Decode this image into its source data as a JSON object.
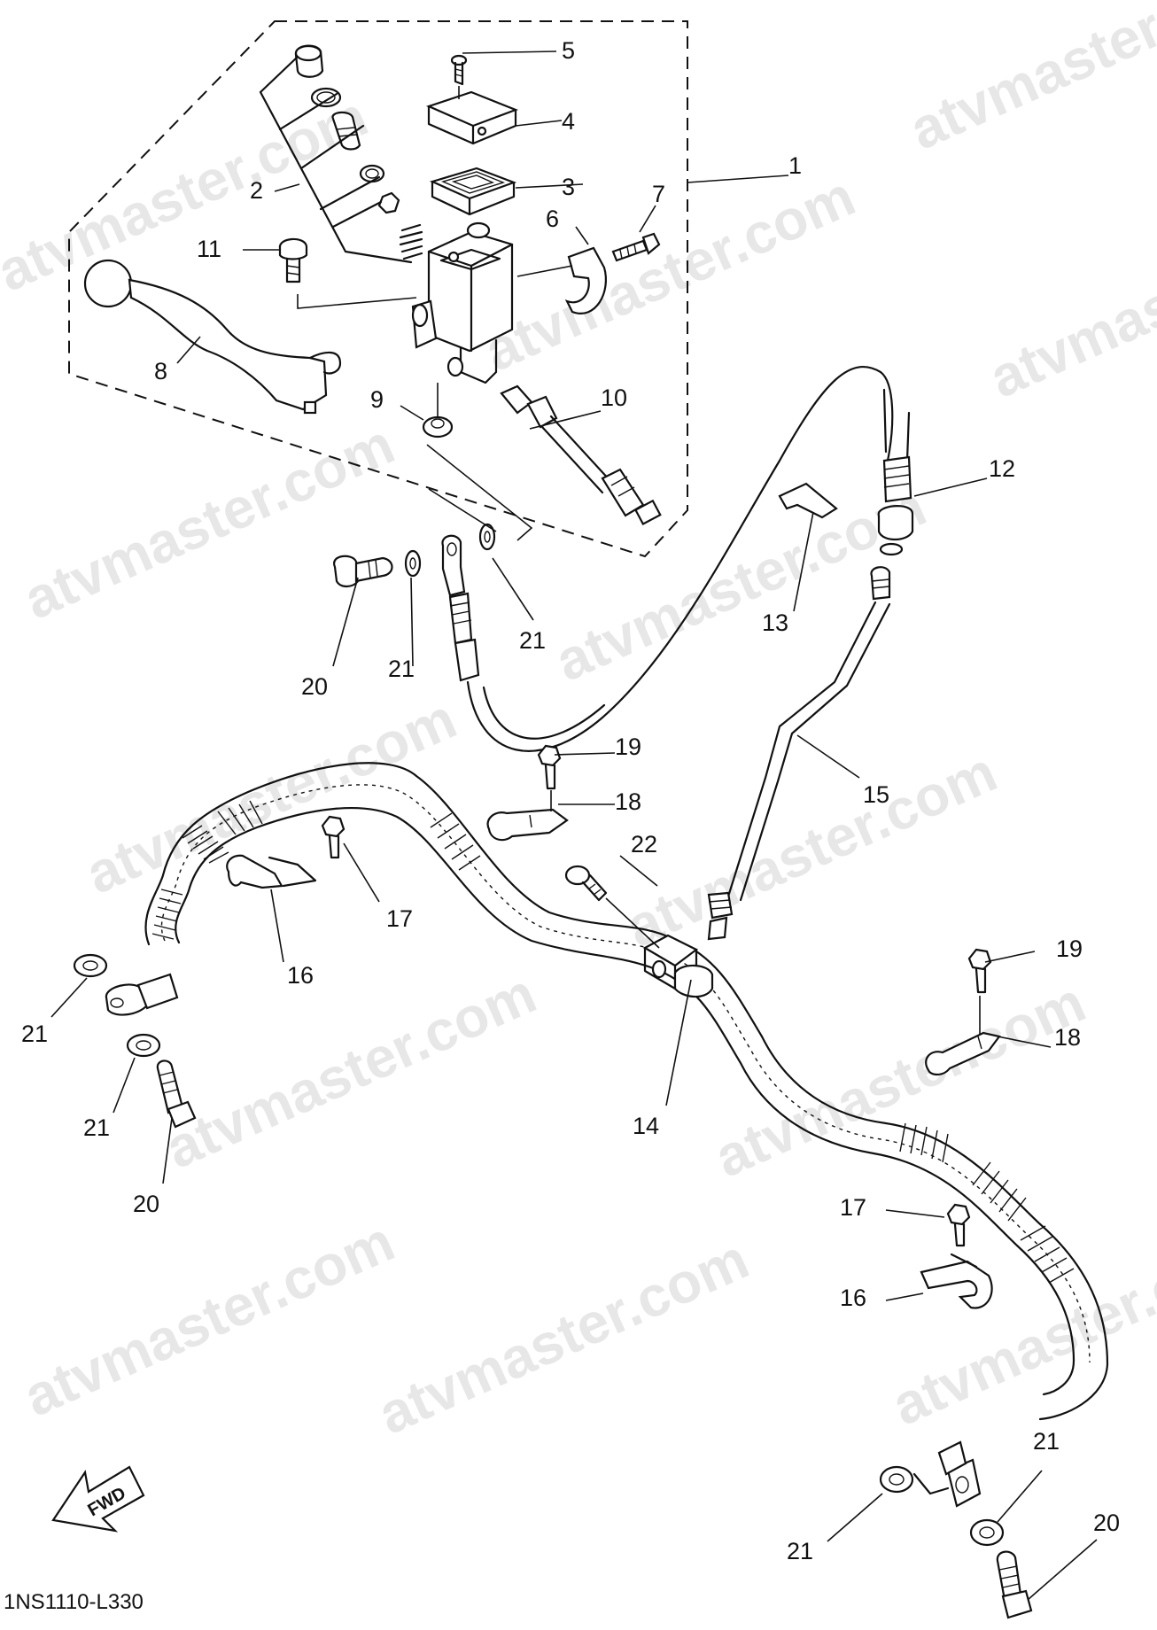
{
  "watermark": "atvmaster.com",
  "diagram_code": "1NS1110-L330",
  "fwd_label": "FWD",
  "callouts": {
    "c1": "1",
    "c2": "2",
    "c3": "3",
    "c4": "4",
    "c5": "5",
    "c6": "6",
    "c7": "7",
    "c8": "8",
    "c9": "9",
    "c10": "10",
    "c11": "11",
    "c12": "12",
    "c13": "13",
    "c14": "14",
    "c15": "15",
    "c16a": "16",
    "c16b": "16",
    "c17a": "17",
    "c17b": "17",
    "c18a": "18",
    "c18b": "18",
    "c19a": "19",
    "c19b": "19",
    "c20a": "20",
    "c20b": "20",
    "c20c": "20",
    "c21a": "21",
    "c21b": "21",
    "c21c": "21",
    "c21d": "21",
    "c21e": "21",
    "c21f": "21",
    "c22": "22"
  }
}
